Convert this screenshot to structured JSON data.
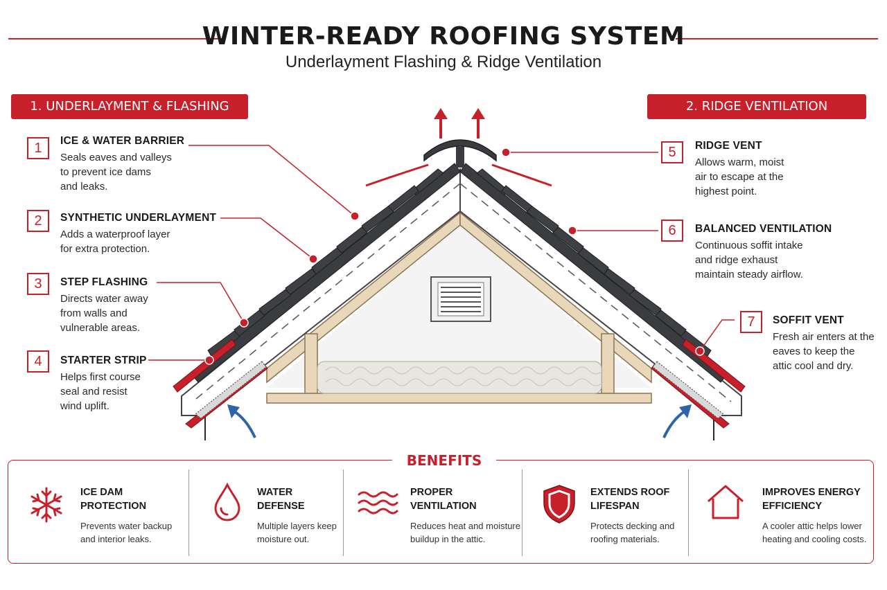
{
  "header": {
    "title": "WINTER-READY ROOFING SYSTEM",
    "subtitle": "Underlayment Flashing & Ridge Ventilation"
  },
  "sections": {
    "left_tag": "1. UNDERLAYMENT & FLASHING",
    "right_tag": "2. RIDGE VENTILATION"
  },
  "callouts": [
    {
      "num": "1",
      "title": "ICE & WATER BARRIER",
      "desc": [
        "Seals eaves and valleys",
        "to prevent ice dams",
        "and leaks."
      ]
    },
    {
      "num": "2",
      "title": "SYNTHETIC UNDERLAYMENT",
      "desc": [
        "Adds a waterproof layer",
        "for extra protection."
      ]
    },
    {
      "num": "3",
      "title": "STEP FLASHING",
      "desc": [
        "Directs water away",
        "from walls and",
        "vulnerable areas."
      ]
    },
    {
      "num": "4",
      "title": "STARTER STRIP",
      "desc": [
        "Helps first course",
        "seal and resist",
        "wind uplift."
      ]
    },
    {
      "num": "5",
      "title": "RIDGE VENT",
      "desc": [
        "Allows warm, moist",
        "air to escape at the",
        "highest point."
      ]
    },
    {
      "num": "6",
      "title": "BALANCED VENTILATION",
      "desc": [
        "Continuous soffit intake",
        "and ridge exhaust",
        "maintain steady airflow."
      ]
    },
    {
      "num": "7",
      "title": "SOFFIT VENT",
      "desc": [
        "Fresh air enters at the",
        "eaves to keep the",
        "attic cool and dry."
      ]
    }
  ],
  "benefits": {
    "title": "BENEFITS",
    "items": [
      {
        "icon": "snowflake-icon",
        "title": [
          "ICE DAM",
          "PROTECTION"
        ],
        "desc": [
          "Prevents water backup",
          "and interior leaks."
        ]
      },
      {
        "icon": "water-drop-icon",
        "title": [
          "WATER",
          "DEFENSE"
        ],
        "desc": [
          "Multiple layers keep",
          "moisture out."
        ]
      },
      {
        "icon": "airflow-waves-icon",
        "title": [
          "PROPER",
          "VENTILATION"
        ],
        "desc": [
          "Reduces heat and moisture",
          "buildup in the attic."
        ]
      },
      {
        "icon": "shield-icon",
        "title": [
          "EXTENDS ROOF",
          "LIFESPAN"
        ],
        "desc": [
          "Protects decking and",
          "roofing materials."
        ]
      },
      {
        "icon": "house-icon",
        "title": [
          "IMPROVES ENERGY",
          "EFFICIENCY"
        ],
        "desc": [
          "A cooler attic helps lower",
          "heating and cooling costs."
        ]
      }
    ]
  },
  "colors": {
    "accent": "#c8202b",
    "shingle": "#3a3c3f",
    "airflow_in": "#2e63a8",
    "wood": "#e8d7b8"
  }
}
